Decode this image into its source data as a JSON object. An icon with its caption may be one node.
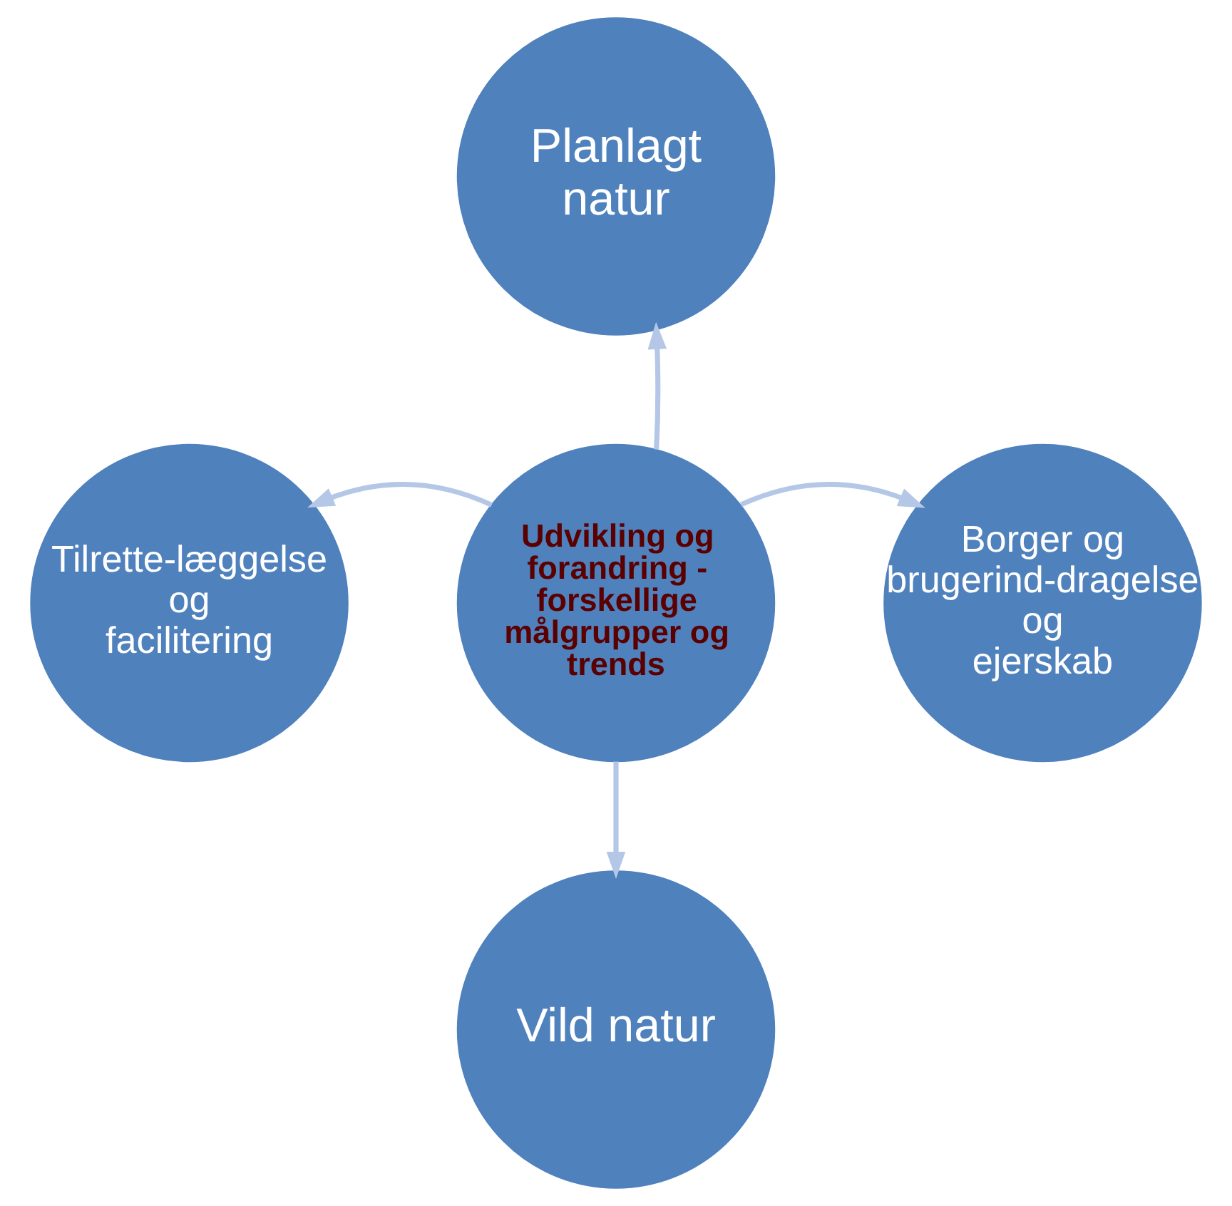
{
  "diagram": {
    "nodes": [
      {
        "text": [
          "Planlagt natur"
        ]
      },
      {
        "text": [
          "Tilrette-læggelse og facilitering"
        ]
      },
      {
        "text": [
          "Udvikling og forandring - forskellige målgrupper og trends"
        ]
      },
      {
        "text": [
          "Borger og brugerind-dragelse og ejerskab"
        ]
      },
      {
        "text": [
          "Vild natur"
        ]
      }
    ],
    "edges": [
      {
        "from": 2,
        "to": 0,
        "arrow": "to",
        "color": "#b4c7e7"
      },
      {
        "from": 2,
        "to": 1,
        "arrow": "to",
        "color": "#b4c7e7"
      },
      {
        "from": 2,
        "to": 3,
        "arrow": "to",
        "color": "#b4c7e7"
      },
      {
        "from": 2,
        "to": 4,
        "arrow": "to",
        "color": "#b4c7e7"
      }
    ]
  }
}
